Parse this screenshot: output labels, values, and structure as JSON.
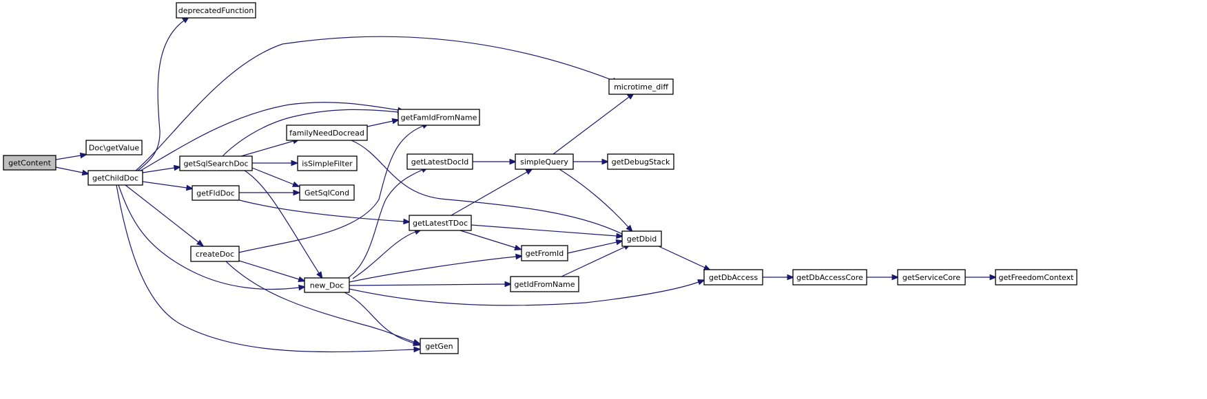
{
  "diagram": {
    "root": "getContent",
    "nodes": [
      {
        "id": "getContent",
        "label": "getContent",
        "root": true
      },
      {
        "id": "DocGetValue",
        "label": "Doc\\getValue"
      },
      {
        "id": "getChildDoc",
        "label": "getChildDoc"
      },
      {
        "id": "deprecatedFunction",
        "label": "deprecatedFunction"
      },
      {
        "id": "getSqlSearchDoc",
        "label": "getSqlSearchDoc"
      },
      {
        "id": "getFldDoc",
        "label": "getFldDoc"
      },
      {
        "id": "createDoc",
        "label": "createDoc"
      },
      {
        "id": "familyNeedDocread",
        "label": "familyNeedDocread"
      },
      {
        "id": "isSimpleFilter",
        "label": "isSimpleFilter"
      },
      {
        "id": "GetSqlCond",
        "label": "GetSqlCond"
      },
      {
        "id": "new_Doc",
        "label": "new_Doc"
      },
      {
        "id": "getFamIdFromName",
        "label": "getFamIdFromName"
      },
      {
        "id": "getLatestDocId",
        "label": "getLatestDocId"
      },
      {
        "id": "getLatestTDoc",
        "label": "getLatestTDoc"
      },
      {
        "id": "getGen",
        "label": "getGen"
      },
      {
        "id": "simpleQuery",
        "label": "simpleQuery"
      },
      {
        "id": "getFromId",
        "label": "getFromId"
      },
      {
        "id": "getIdFromName",
        "label": "getIdFromName"
      },
      {
        "id": "microtime_diff",
        "label": "microtime_diff"
      },
      {
        "id": "getDebugStack",
        "label": "getDebugStack"
      },
      {
        "id": "getDbid",
        "label": "getDbid"
      },
      {
        "id": "getDbAccess",
        "label": "getDbAccess"
      },
      {
        "id": "getDbAccessCore",
        "label": "getDbAccessCore"
      },
      {
        "id": "getServiceCore",
        "label": "getServiceCore"
      },
      {
        "id": "getFreedomContext",
        "label": "getFreedomContext"
      }
    ],
    "edges": [
      {
        "from": "getContent",
        "to": "DocGetValue"
      },
      {
        "from": "getContent",
        "to": "getChildDoc"
      },
      {
        "from": "getChildDoc",
        "to": "deprecatedFunction"
      },
      {
        "from": "getChildDoc",
        "to": "microtime_diff"
      },
      {
        "from": "getChildDoc",
        "to": "getFamIdFromName"
      },
      {
        "from": "getChildDoc",
        "to": "getSqlSearchDoc"
      },
      {
        "from": "getChildDoc",
        "to": "getFldDoc"
      },
      {
        "from": "getChildDoc",
        "to": "createDoc"
      },
      {
        "from": "getChildDoc",
        "to": "new_Doc"
      },
      {
        "from": "getChildDoc",
        "to": "getGen"
      },
      {
        "from": "getSqlSearchDoc",
        "to": "getFamIdFromName"
      },
      {
        "from": "getSqlSearchDoc",
        "to": "familyNeedDocread"
      },
      {
        "from": "getSqlSearchDoc",
        "to": "isSimpleFilter"
      },
      {
        "from": "getSqlSearchDoc",
        "to": "GetSqlCond"
      },
      {
        "from": "getSqlSearchDoc",
        "to": "new_Doc"
      },
      {
        "from": "familyNeedDocread",
        "to": "getFamIdFromName"
      },
      {
        "from": "familyNeedDocread",
        "to": "getDbid"
      },
      {
        "from": "getFldDoc",
        "to": "GetSqlCond"
      },
      {
        "from": "getFldDoc",
        "to": "getLatestTDoc"
      },
      {
        "from": "createDoc",
        "to": "getFamIdFromName"
      },
      {
        "from": "createDoc",
        "to": "new_Doc"
      },
      {
        "from": "createDoc",
        "to": "getGen"
      },
      {
        "from": "new_Doc",
        "to": "getLatestDocId"
      },
      {
        "from": "new_Doc",
        "to": "getLatestTDoc"
      },
      {
        "from": "new_Doc",
        "to": "getFromId"
      },
      {
        "from": "new_Doc",
        "to": "getIdFromName"
      },
      {
        "from": "new_Doc",
        "to": "getDbAccess"
      },
      {
        "from": "new_Doc",
        "to": "getGen"
      },
      {
        "from": "getLatestDocId",
        "to": "simpleQuery"
      },
      {
        "from": "getLatestTDoc",
        "to": "simpleQuery"
      },
      {
        "from": "getLatestTDoc",
        "to": "getDbid"
      },
      {
        "from": "getLatestTDoc",
        "to": "getFromId"
      },
      {
        "from": "simpleQuery",
        "to": "microtime_diff"
      },
      {
        "from": "simpleQuery",
        "to": "getDebugStack"
      },
      {
        "from": "simpleQuery",
        "to": "getDbid"
      },
      {
        "from": "getFromId",
        "to": "getDbid"
      },
      {
        "from": "getIdFromName",
        "to": "getDbid"
      },
      {
        "from": "getDbid",
        "to": "getDbAccess"
      },
      {
        "from": "getDbAccess",
        "to": "getDbAccessCore"
      },
      {
        "from": "getDbAccessCore",
        "to": "getServiceCore"
      },
      {
        "from": "getServiceCore",
        "to": "getFreedomContext"
      }
    ],
    "colors": {
      "edge": "#191970",
      "node_border": "#000000",
      "node_fill": "#ffffff",
      "root_fill": "#bfbfbf"
    }
  }
}
